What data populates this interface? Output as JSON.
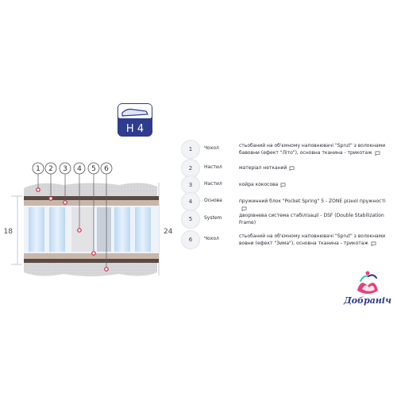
{
  "hardness": {
    "label": "H 4"
  },
  "diagram": {
    "markers": [
      "1",
      "2",
      "3",
      "4",
      "5",
      "6"
    ],
    "height_core": "18",
    "height_total": "24"
  },
  "legend": [
    {
      "num": "1",
      "label": "Чохол",
      "text": "стьобаний на об'ємному наповнювачі \"Sprut\" з волокнами бавовни (ефект \"Літо\"), основна тканина - трикотаж"
    },
    {
      "num": "2",
      "label": "Настил",
      "text": "матеріал нетканий"
    },
    {
      "num": "3",
      "label": "Настил",
      "text": "койра кокосова"
    },
    {
      "num": "4",
      "label": "Основа",
      "text": "пружинний блок \"Pocket Spring\" 5 - ZONE різної пружності"
    },
    {
      "num": "5",
      "label": "System",
      "text": "дворівнева система стабілізації - DSF (Double Stabilization Frame)"
    },
    {
      "num": "6",
      "label": "Чохол",
      "text": "стьобаний на об'ємному наповнювачі \"Sprut\" з волокнами вовни (ефект \"Зима\"), основна тканина - трикотаж"
    }
  ],
  "brand": {
    "name": "Добраніч",
    "pink": "#e6407a",
    "blue": "#2e3a8c",
    "teal": "#3cc3c8"
  },
  "icons": [
    "hardness-badge-icon",
    "chat-bubble-icon",
    "brand-logo-icon"
  ]
}
